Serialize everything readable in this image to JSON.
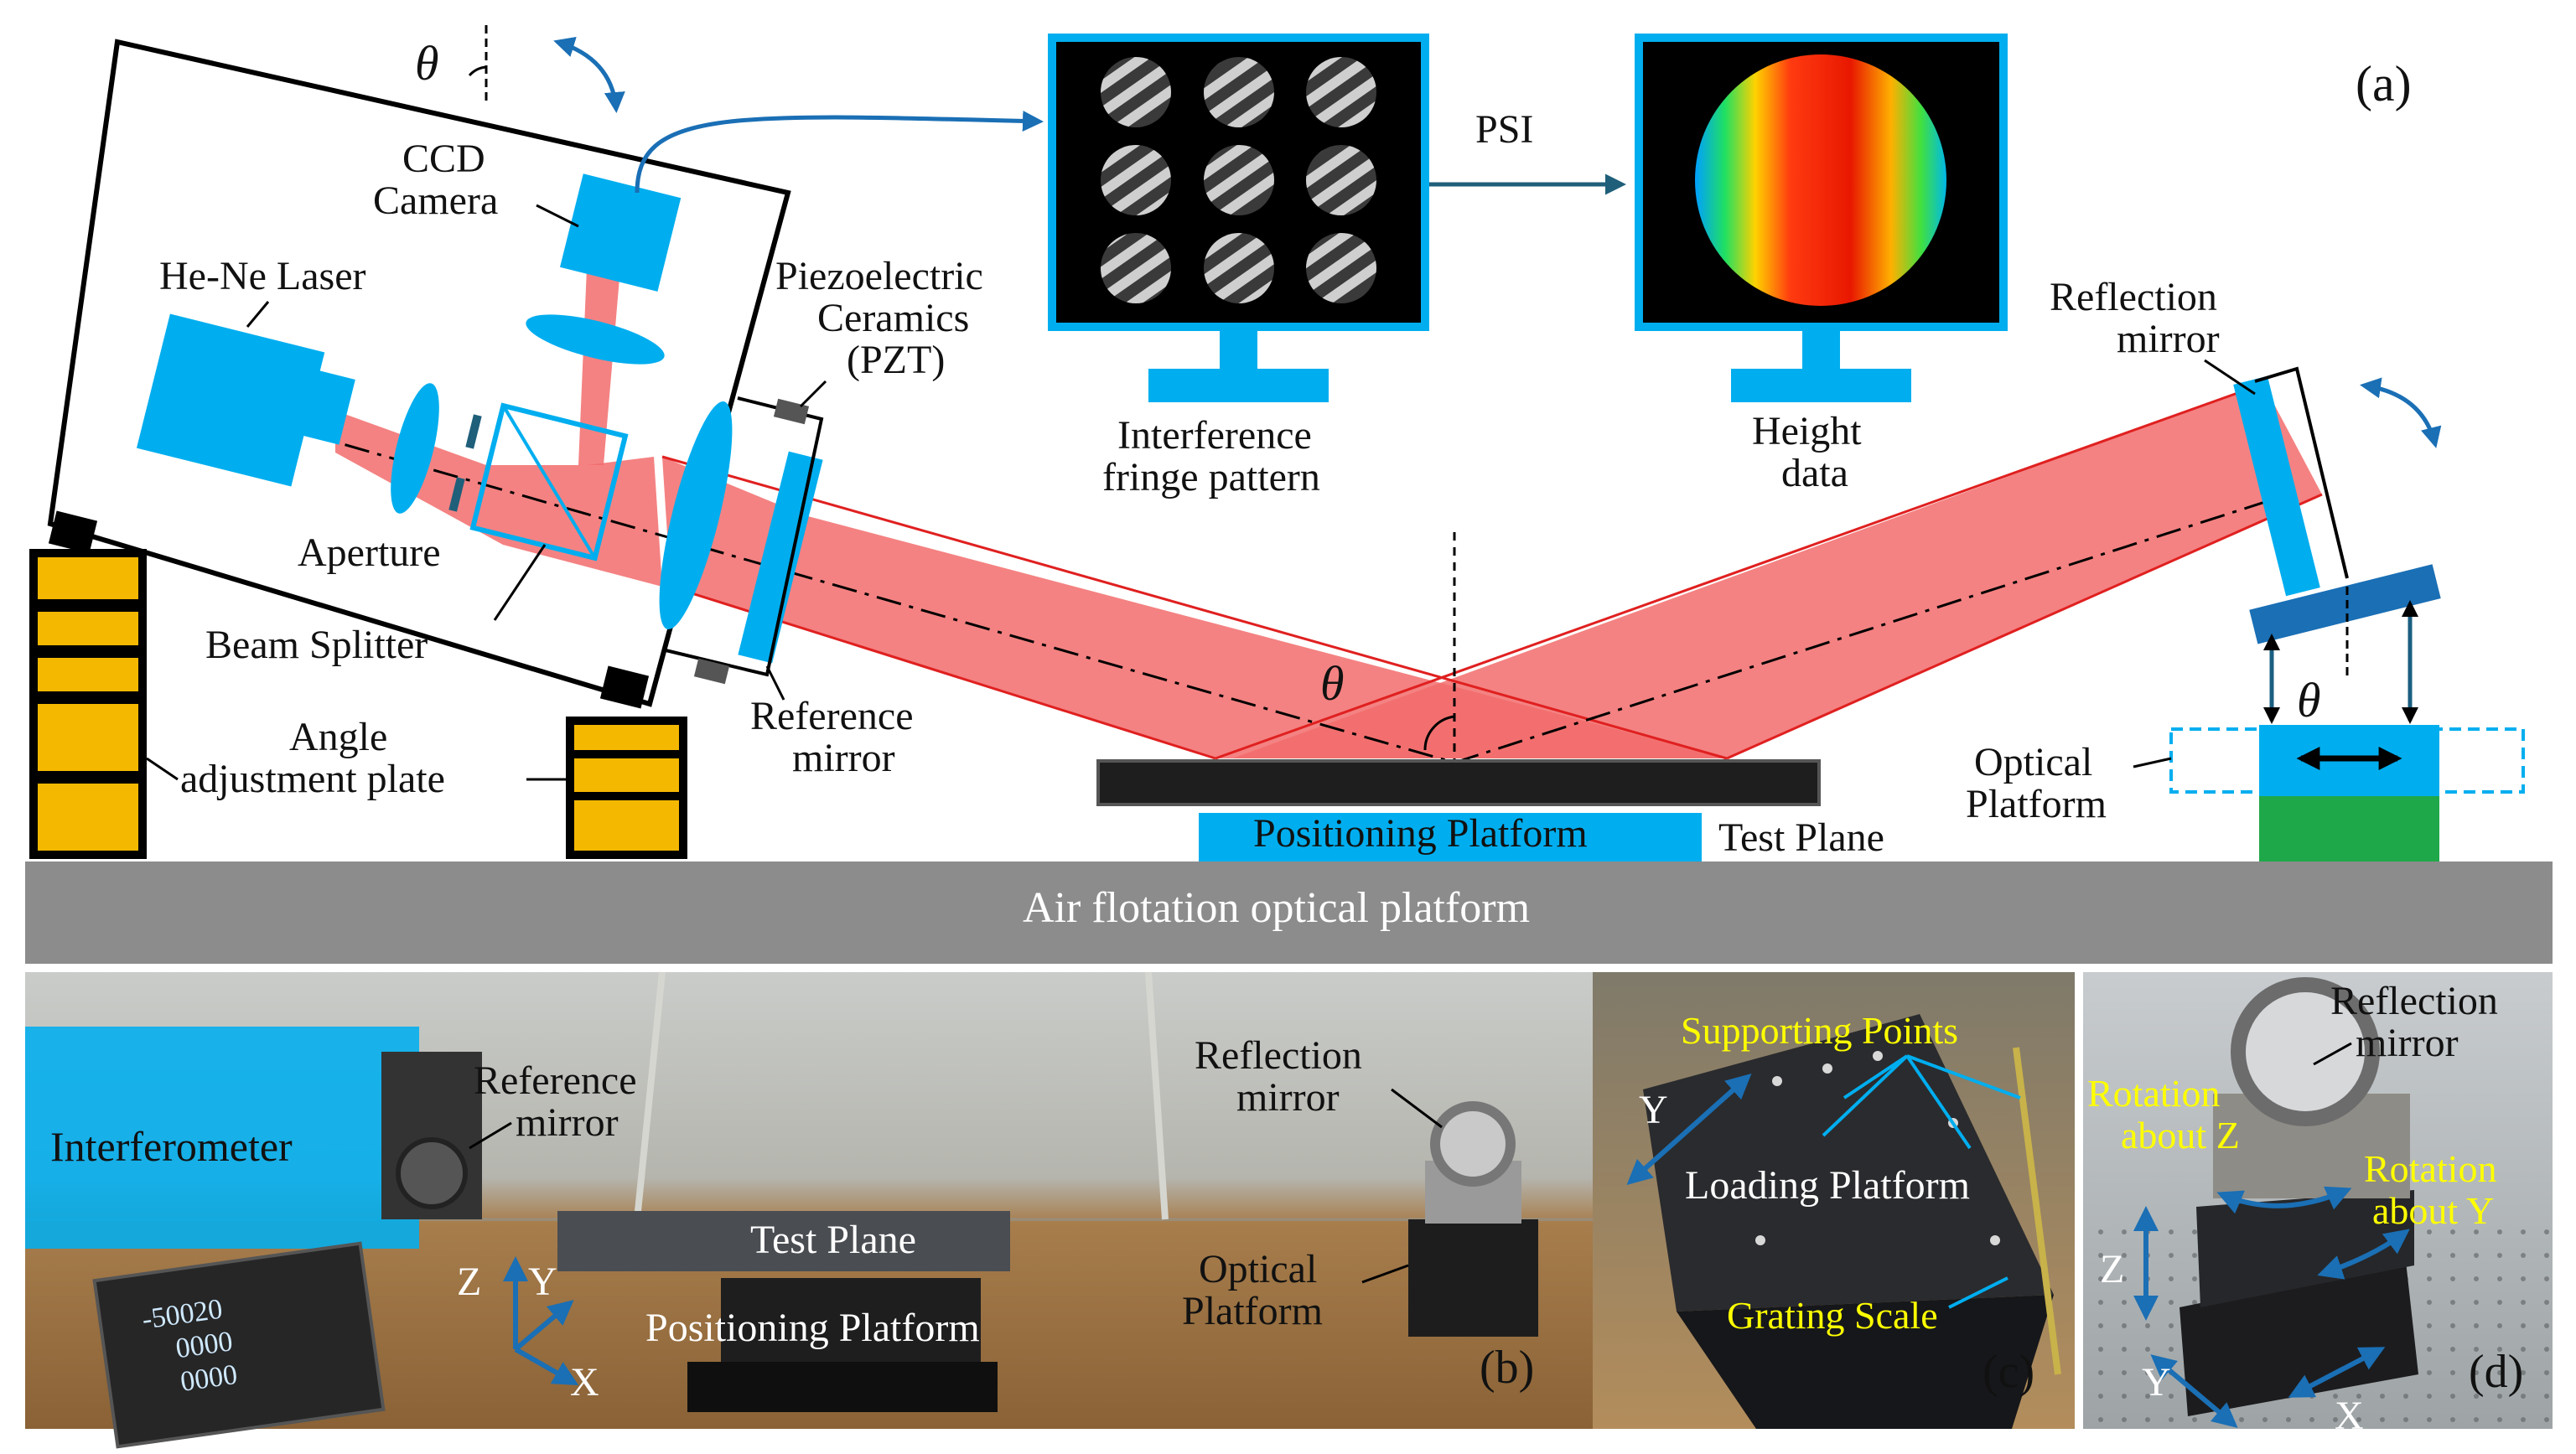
{
  "diagram": {
    "panel_a": {
      "tag": "(a)",
      "theta": "θ",
      "ccd_camera": [
        "CCD",
        "Camera"
      ],
      "he_ne_laser": "He-Ne Laser",
      "pzt": [
        "Piezoelectric",
        "Ceramics",
        "(PZT)"
      ],
      "aperture": "Aperture",
      "beam_splitter": "Beam Splitter",
      "reference_mirror": [
        "Reference",
        "mirror"
      ],
      "angle_plate": [
        "Angle",
        "adjustment plate"
      ],
      "interference": [
        "Interference",
        "fringe pattern"
      ],
      "psi": "PSI",
      "height_data": [
        "Height",
        "data"
      ],
      "reflection_mirror": [
        "Reflection",
        "mirror"
      ],
      "optical_platform": [
        "Optical",
        "Platform"
      ],
      "positioning_platform": "Positioning Platform",
      "test_plane": "Test Plane",
      "air_platform": "Air flotation optical platform"
    },
    "panel_b": {
      "tag": "(b)",
      "interferometer": "Interferometer",
      "reference_mirror": [
        "Reference",
        "mirror"
      ],
      "reflection_mirror": [
        "Reflection",
        "mirror"
      ],
      "optical_platform": [
        "Optical",
        "Platform"
      ],
      "test_plane": "Test Plane",
      "positioning_platform": "Positioning Platform",
      "axis_z": "Z",
      "axis_y": "Y",
      "axis_x": "X",
      "readout": [
        "-50020",
        "0000",
        "0000"
      ]
    },
    "panel_c": {
      "tag": "(c)",
      "supporting_points": "Supporting Points",
      "loading_platform": "Loading Platform",
      "grating_scale": "Grating Scale",
      "axis_y": "Y"
    },
    "panel_d": {
      "tag": "(d)",
      "reflection_mirror": [
        "Reflection",
        "mirror"
      ],
      "rotation_z": [
        "Rotation",
        "about Z"
      ],
      "rotation_y": [
        "Rotation",
        "about Y"
      ],
      "axis_z": "Z",
      "axis_y": "Y",
      "axis_x": "X"
    },
    "colors": {
      "component_blue": "#00aeef",
      "beam_red": "#f26c6c",
      "plate_yellow": "#f5b800",
      "platform_gray": "#8c8c8c",
      "base_green": "#1fa84a",
      "annotation_yellow": "#ffff00"
    }
  }
}
